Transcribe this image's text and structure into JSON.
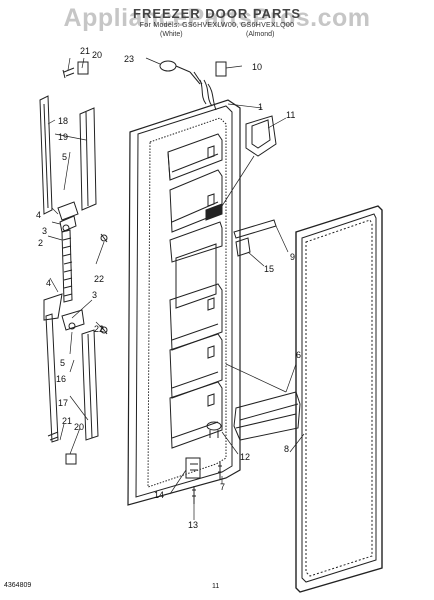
{
  "header": {
    "watermark": "AppliancePartsPros.com",
    "title": "FREEZER DOOR PARTS",
    "subtitle": "For Models: GS6HVEXLW00, GS6HVEXLQ00",
    "variant_left": "(White)",
    "variant_right": "(Almond)"
  },
  "callouts": {
    "c1": "1",
    "c2": "2",
    "c3a": "3",
    "c3b": "3",
    "c4a": "4",
    "c4b": "4",
    "c5a": "5",
    "c5b": "5",
    "c6": "6",
    "c7": "7",
    "c8": "8",
    "c9": "9",
    "c10": "10",
    "c11": "11",
    "c12": "12",
    "c13": "13",
    "c14": "14",
    "c15": "15",
    "c16": "16",
    "c17": "17",
    "c18": "18",
    "c19": "19",
    "c20a": "20",
    "c20b": "20",
    "c21a": "21",
    "c21b": "21",
    "c22a": "22",
    "c22b": "22",
    "c23": "23"
  },
  "footer": {
    "doc_number": "4364809",
    "page_number": "11"
  }
}
